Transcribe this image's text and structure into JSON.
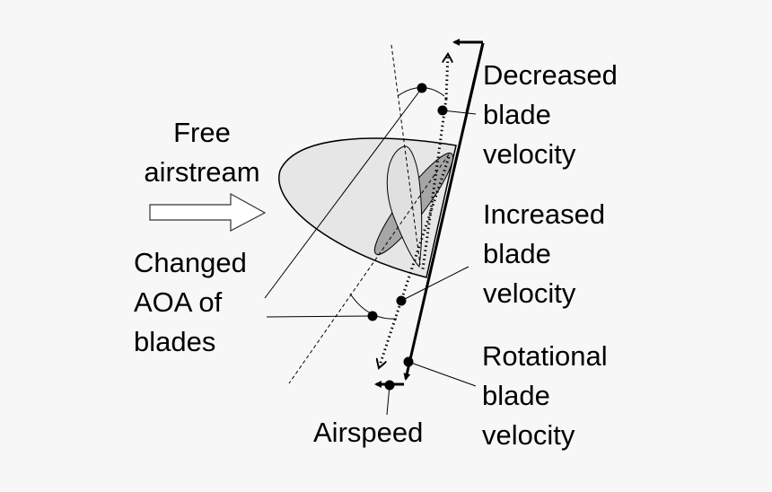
{
  "labels": {
    "free_airstream": [
      "Free",
      "airstream"
    ],
    "changed_aoa": [
      "Changed",
      "AOA of",
      "blades"
    ],
    "decreased": [
      "Decreased",
      "blade",
      "velocity"
    ],
    "increased": [
      "Increased",
      "blade",
      "velocity"
    ],
    "rotational": [
      "Rotational",
      "blade",
      "velocity"
    ],
    "airspeed": "Airspeed"
  },
  "colors": {
    "background": "#f7f7f7",
    "spinner": "#e6e6e6",
    "blade_light": "#e0e0e0",
    "blade_dark": "#a6a6a6",
    "line": "#000000"
  }
}
